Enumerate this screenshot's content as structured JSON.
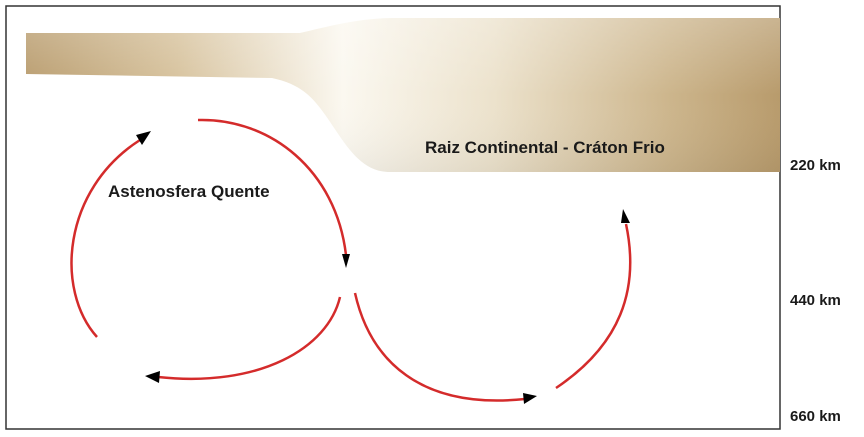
{
  "labels": {
    "asthenosphere": "Astenosfera Quente",
    "craton": "Raiz Continental - Cráton Frio"
  },
  "depth_markers": [
    "220 km",
    "440 km",
    "660 km"
  ],
  "colors": {
    "frame": "#333333",
    "lithosphere_dark": "#b89b6c",
    "lithosphere_light": "#fbf8f0",
    "convection_arrow": "#d42b2b",
    "arrowhead": "#000000"
  }
}
